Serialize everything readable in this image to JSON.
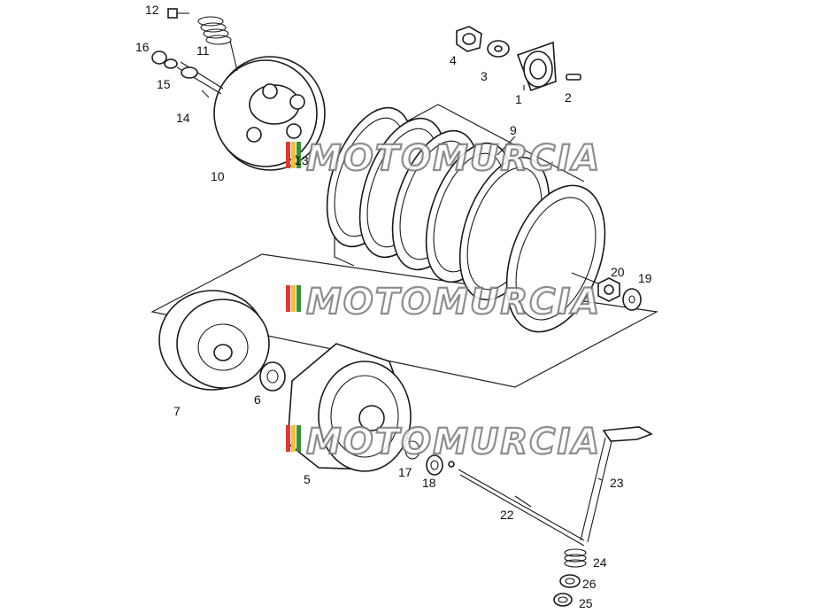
{
  "callouts": {
    "p1": "1",
    "p2": "2",
    "p3": "3",
    "p4": "4",
    "p5": "5",
    "p6": "6",
    "p7": "7",
    "p9": "9",
    "p10": "10",
    "p11": "11",
    "p12": "12",
    "p13": "13",
    "p14": "14",
    "p15": "15",
    "p16": "16",
    "p17": "17",
    "p18": "18",
    "p19": "19",
    "p20": "20",
    "p22": "22",
    "p23": "23",
    "p24": "24",
    "p25": "25",
    "p26": "26"
  },
  "watermark": {
    "text": "MOTOMURCIA",
    "stripe_colors": [
      "#e03a2b",
      "#f2c12e",
      "#3a8f3a"
    ]
  },
  "colors": {
    "line": "#1a1a1a",
    "background": "#ffffff"
  }
}
